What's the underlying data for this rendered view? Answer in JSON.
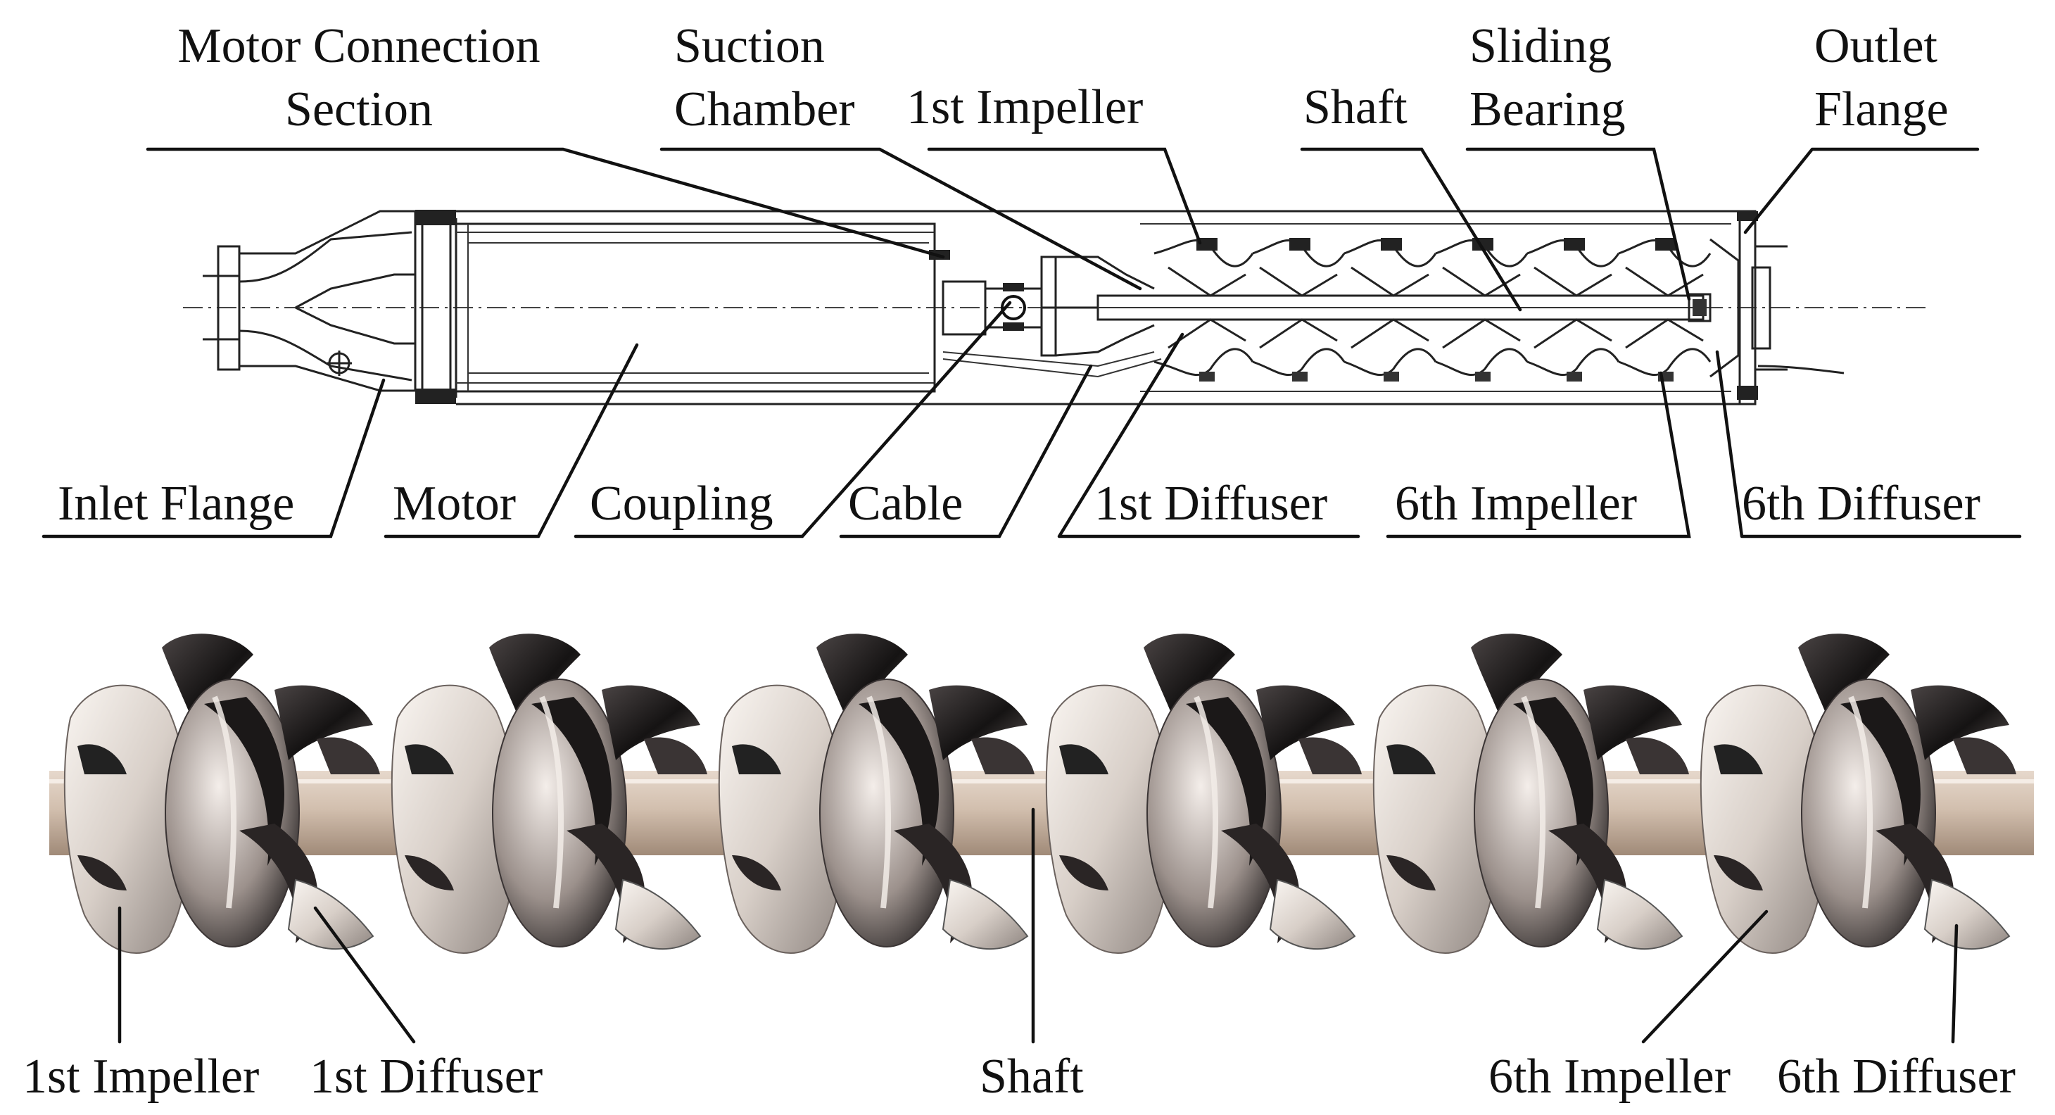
{
  "top_labels": {
    "motor_connection_line1": "Motor Connection",
    "motor_connection_line2": "Section",
    "suction_line1": "Suction",
    "suction_line2": "Chamber",
    "first_impeller": "1st Impeller",
    "shaft": "Shaft",
    "sliding_line1": "Sliding",
    "sliding_line2": "Bearing",
    "outlet_line1": "Outlet",
    "outlet_line2": "Flange"
  },
  "bottom_labels": {
    "inlet_flange": "Inlet Flange",
    "motor": "Motor",
    "coupling": "Coupling",
    "cable": "Cable",
    "first_diffuser": "1st Diffuser",
    "sixth_impeller": "6th Impeller",
    "sixth_diffuser": "6th Diffuser"
  },
  "render_labels": {
    "first_impeller": "1st Impeller",
    "first_diffuser": "1st Diffuser",
    "shaft": "Shaft",
    "sixth_impeller": "6th Impeller",
    "sixth_diffuser": "6th Diffuser"
  },
  "stage_count": 6,
  "colors": {
    "line": "#111111",
    "metal_light": "#e9e4e0",
    "metal_dark": "#1a1a1a",
    "shaft": "#c9b6a6"
  }
}
